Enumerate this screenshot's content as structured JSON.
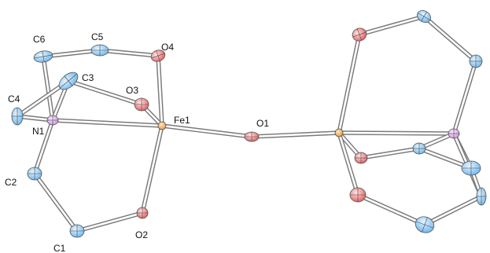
{
  "atom_labels": {
    "C6": "C6",
    "C5": "C5",
    "O4": "O4",
    "C3": "C3",
    "O3": "O3",
    "C4": "C4",
    "Fe1": "Fe1",
    "O1": "O1",
    "N1": "N1",
    "C2": "C2",
    "O2": "O2",
    "C1": "C1"
  },
  "colors": {
    "carbon": "#7cc0f0",
    "oxygen": "#e86a6a",
    "nitrogen": "#d9a0e8",
    "iron": "#f0a040",
    "bond": "#7a7a7a"
  }
}
